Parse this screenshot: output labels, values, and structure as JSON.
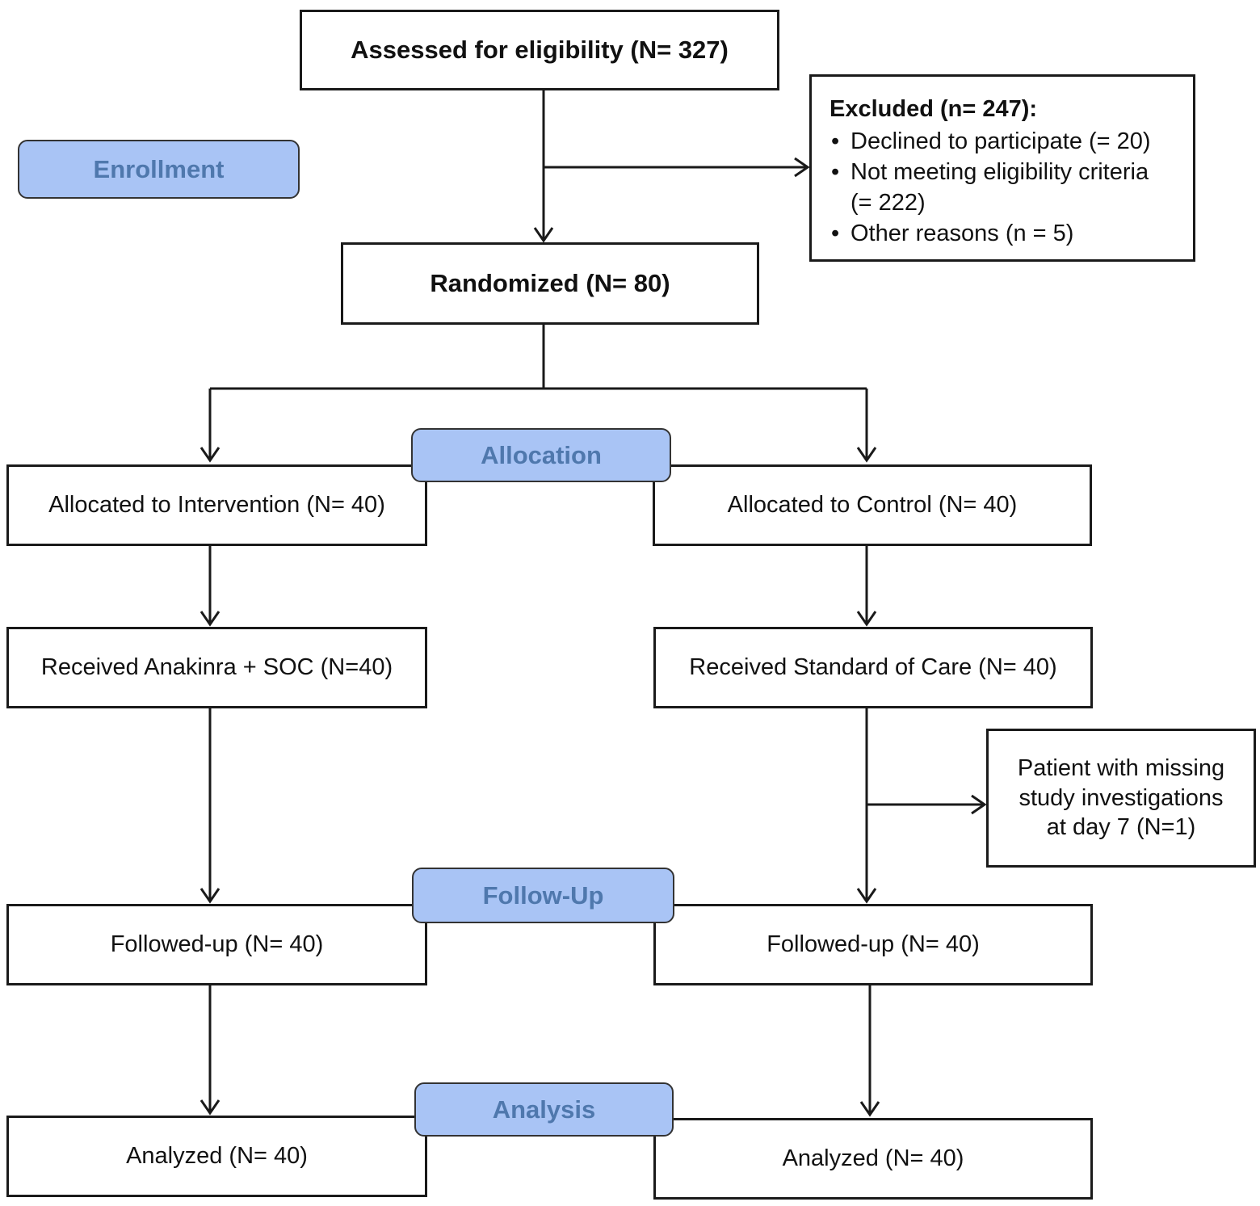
{
  "phases": {
    "enrollment": "Enrollment",
    "allocation": "Allocation",
    "follow_up": "Follow-Up",
    "analysis": "Analysis"
  },
  "boxes": {
    "assessed": "Assessed for eligibility (N= 327)",
    "randomized": "Randomized (N= 80)",
    "alloc_intervention": "Allocated to Intervention (N= 40)",
    "alloc_control": "Allocated to Control (N= 40)",
    "received_intervention": "Received Anakinra + SOC (N=40)",
    "received_control": "Received Standard of Care (N= 40)",
    "followed_intervention": "Followed-up (N= 40)",
    "followed_control": "Followed-up (N= 40)",
    "analyzed_intervention": "Analyzed (N= 40)",
    "analyzed_control": "Analyzed (N= 40)"
  },
  "excluded": {
    "title": "Excluded (n= 247):",
    "items": [
      "Declined to participate (= 20)",
      "Not meeting eligibility criteria",
      "(= 222)",
      "Other reasons (n = 5)"
    ]
  },
  "missing": {
    "line1": "Patient with missing",
    "line2": "study investigations",
    "line3": "at day 7 (N=1)"
  }
}
